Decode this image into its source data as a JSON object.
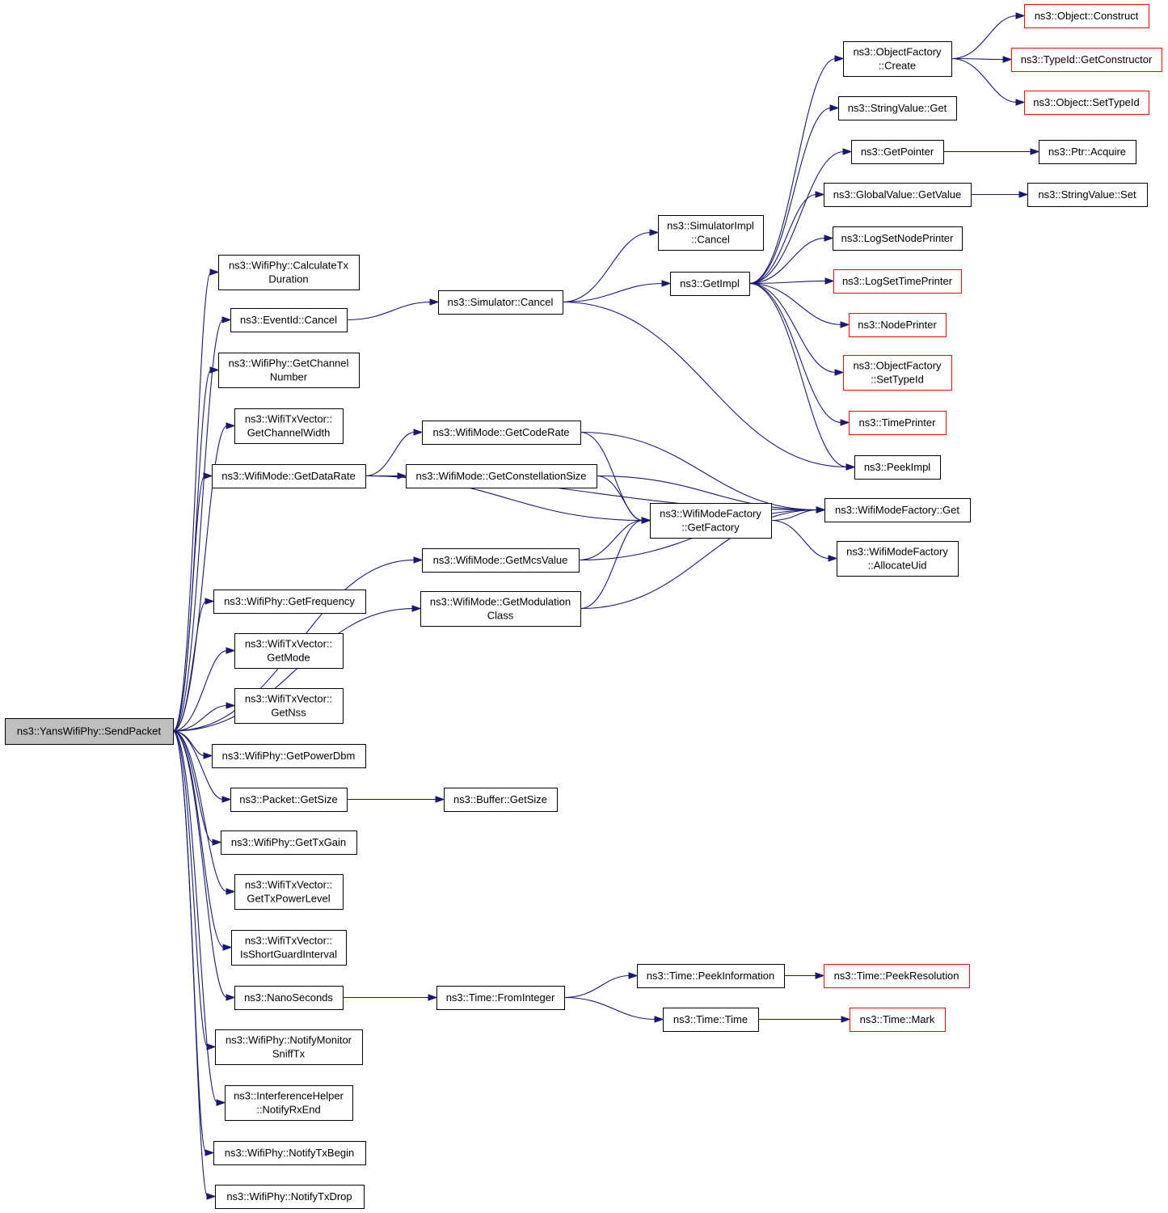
{
  "diagram": {
    "nodes": [
      {
        "id": "send",
        "lines": [
          "ns3::YansWifiPhy::SendPacket"
        ],
        "style": "root"
      },
      {
        "id": "calc",
        "lines": [
          "ns3::WifiPhy::CalculateTx",
          "Duration"
        ],
        "style": "normal"
      },
      {
        "id": "evcancel",
        "lines": [
          "ns3::EventId::Cancel"
        ],
        "style": "normal"
      },
      {
        "id": "getchnum",
        "lines": [
          "ns3::WifiPhy::GetChannel",
          "Number"
        ],
        "style": "normal"
      },
      {
        "id": "getchw",
        "lines": [
          "ns3::WifiTxVector::",
          "GetChannelWidth"
        ],
        "style": "normal"
      },
      {
        "id": "getdr",
        "lines": [
          "ns3::WifiMode::GetDataRate"
        ],
        "style": "normal"
      },
      {
        "id": "getfreq",
        "lines": [
          "ns3::WifiPhy::GetFrequency"
        ],
        "style": "normal"
      },
      {
        "id": "getmode",
        "lines": [
          "ns3::WifiTxVector::",
          "GetMode"
        ],
        "style": "normal"
      },
      {
        "id": "getnss",
        "lines": [
          "ns3::WifiTxVector::",
          "GetNss"
        ],
        "style": "normal"
      },
      {
        "id": "getpow",
        "lines": [
          "ns3::WifiPhy::GetPowerDbm"
        ],
        "style": "normal"
      },
      {
        "id": "pktsize",
        "lines": [
          "ns3::Packet::GetSize"
        ],
        "style": "normal"
      },
      {
        "id": "txgain",
        "lines": [
          "ns3::WifiPhy::GetTxGain"
        ],
        "style": "normal"
      },
      {
        "id": "txpl",
        "lines": [
          "ns3::WifiTxVector::",
          "GetTxPowerLevel"
        ],
        "style": "normal"
      },
      {
        "id": "sgi",
        "lines": [
          "ns3::WifiTxVector::",
          "IsShortGuardInterval"
        ],
        "style": "normal"
      },
      {
        "id": "nanos",
        "lines": [
          "ns3::NanoSeconds"
        ],
        "style": "normal"
      },
      {
        "id": "monsniff",
        "lines": [
          "ns3::WifiPhy::NotifyMonitor",
          "SniffTx"
        ],
        "style": "normal"
      },
      {
        "id": "ihrxend",
        "lines": [
          "ns3::InterferenceHelper",
          "::NotifyRxEnd"
        ],
        "style": "normal"
      },
      {
        "id": "txbegin",
        "lines": [
          "ns3::WifiPhy::NotifyTxBegin"
        ],
        "style": "normal"
      },
      {
        "id": "txdrop",
        "lines": [
          "ns3::WifiPhy::NotifyTxDrop"
        ],
        "style": "normal"
      },
      {
        "id": "simcancel",
        "lines": [
          "ns3::Simulator::Cancel"
        ],
        "style": "normal"
      },
      {
        "id": "coderate",
        "lines": [
          "ns3::WifiMode::GetCodeRate"
        ],
        "style": "normal"
      },
      {
        "id": "constsize",
        "lines": [
          "ns3::WifiMode::GetConstellationSize"
        ],
        "style": "normal"
      },
      {
        "id": "mcs",
        "lines": [
          "ns3::WifiMode::GetMcsValue"
        ],
        "style": "normal"
      },
      {
        "id": "modclass",
        "lines": [
          "ns3::WifiMode::GetModulation",
          "Class"
        ],
        "style": "normal"
      },
      {
        "id": "bufsize",
        "lines": [
          "ns3::Buffer::GetSize"
        ],
        "style": "normal"
      },
      {
        "id": "fromint",
        "lines": [
          "ns3::Time::FromInteger"
        ],
        "style": "normal"
      },
      {
        "id": "simimplcancel",
        "lines": [
          "ns3::SimulatorImpl",
          "::Cancel"
        ],
        "style": "normal"
      },
      {
        "id": "getimpl",
        "lines": [
          "ns3::GetImpl"
        ],
        "style": "normal"
      },
      {
        "id": "getfactory",
        "lines": [
          "ns3::WifiModeFactory",
          "::GetFactory"
        ],
        "style": "normal"
      },
      {
        "id": "peekinfo",
        "lines": [
          "ns3::Time::PeekInformation"
        ],
        "style": "normal"
      },
      {
        "id": "timetime",
        "lines": [
          "ns3::Time::Time"
        ],
        "style": "normal"
      },
      {
        "id": "ofcreate",
        "lines": [
          "ns3::ObjectFactory",
          "::Create"
        ],
        "style": "normal"
      },
      {
        "id": "strget",
        "lines": [
          "ns3::StringValue::Get"
        ],
        "style": "normal"
      },
      {
        "id": "getptr",
        "lines": [
          "ns3::GetPointer"
        ],
        "style": "normal"
      },
      {
        "id": "gvget",
        "lines": [
          "ns3::GlobalValue::GetValue"
        ],
        "style": "normal"
      },
      {
        "id": "lognode",
        "lines": [
          "ns3::LogSetNodePrinter"
        ],
        "style": "normal"
      },
      {
        "id": "logtime",
        "lines": [
          "ns3::LogSetTimePrinter"
        ],
        "style": "truncated"
      },
      {
        "id": "nodeprinter",
        "lines": [
          "ns3::NodePrinter"
        ],
        "style": "truncated"
      },
      {
        "id": "ofsettid",
        "lines": [
          "ns3::ObjectFactory",
          "::SetTypeId"
        ],
        "style": "truncated"
      },
      {
        "id": "timeprinter",
        "lines": [
          "ns3::TimePrinter"
        ],
        "style": "truncated"
      },
      {
        "id": "peekimpl",
        "lines": [
          "ns3::PeekImpl"
        ],
        "style": "normal"
      },
      {
        "id": "wmfget",
        "lines": [
          "ns3::WifiModeFactory::Get"
        ],
        "style": "normal"
      },
      {
        "id": "allocuid",
        "lines": [
          "ns3::WifiModeFactory",
          "::AllocateUid"
        ],
        "style": "normal"
      },
      {
        "id": "peekres",
        "lines": [
          "ns3::Time::PeekResolution"
        ],
        "style": "truncated"
      },
      {
        "id": "timemark",
        "lines": [
          "ns3::Time::Mark"
        ],
        "style": "truncated"
      },
      {
        "id": "objconstruct",
        "lines": [
          "ns3::Object::Construct"
        ],
        "style": "truncated"
      },
      {
        "id": "tidgetctor",
        "lines": [
          "ns3::TypeId::GetConstructor"
        ],
        "style": "truncated"
      },
      {
        "id": "objsettid",
        "lines": [
          "ns3::Object::SetTypeId"
        ],
        "style": "truncated"
      },
      {
        "id": "ptracquire",
        "lines": [
          "ns3::Ptr::Acquire"
        ],
        "style": "normal"
      },
      {
        "id": "strset",
        "lines": [
          "ns3::StringValue::Set"
        ],
        "style": "normal"
      }
    ],
    "edges": [
      [
        "send",
        "calc"
      ],
      [
        "send",
        "evcancel"
      ],
      [
        "send",
        "getchnum"
      ],
      [
        "send",
        "getchw"
      ],
      [
        "send",
        "getdr"
      ],
      [
        "send",
        "mcs"
      ],
      [
        "send",
        "modclass"
      ],
      [
        "send",
        "getfreq"
      ],
      [
        "send",
        "getmode"
      ],
      [
        "send",
        "getnss"
      ],
      [
        "send",
        "getpow"
      ],
      [
        "send",
        "pktsize"
      ],
      [
        "send",
        "txgain"
      ],
      [
        "send",
        "txpl"
      ],
      [
        "send",
        "sgi"
      ],
      [
        "send",
        "nanos"
      ],
      [
        "send",
        "monsniff"
      ],
      [
        "send",
        "ihrxend"
      ],
      [
        "send",
        "txbegin"
      ],
      [
        "send",
        "txdrop"
      ],
      [
        "evcancel",
        "simcancel"
      ],
      [
        "simcancel",
        "simimplcancel"
      ],
      [
        "simcancel",
        "getimpl"
      ],
      [
        "simcancel",
        "peekimpl"
      ],
      [
        "getdr",
        "coderate"
      ],
      [
        "getdr",
        "constsize"
      ],
      [
        "getdr",
        "getfactory"
      ],
      [
        "getdr",
        "wmfget"
      ],
      [
        "coderate",
        "getfactory"
      ],
      [
        "coderate",
        "wmfget"
      ],
      [
        "constsize",
        "getfactory"
      ],
      [
        "constsize",
        "wmfget"
      ],
      [
        "mcs",
        "getfactory"
      ],
      [
        "mcs",
        "wmfget"
      ],
      [
        "modclass",
        "getfactory"
      ],
      [
        "modclass",
        "wmfget"
      ],
      [
        "getfactory",
        "wmfget"
      ],
      [
        "getfactory",
        "allocuid"
      ],
      [
        "pktsize",
        "bufsize"
      ],
      [
        "nanos",
        "fromint"
      ],
      [
        "fromint",
        "peekinfo"
      ],
      [
        "fromint",
        "timetime"
      ],
      [
        "peekinfo",
        "peekres"
      ],
      [
        "timetime",
        "timemark"
      ],
      [
        "getimpl",
        "ofcreate"
      ],
      [
        "getimpl",
        "strget"
      ],
      [
        "getimpl",
        "getptr"
      ],
      [
        "getimpl",
        "gvget"
      ],
      [
        "getimpl",
        "lognode"
      ],
      [
        "getimpl",
        "logtime"
      ],
      [
        "getimpl",
        "nodeprinter"
      ],
      [
        "getimpl",
        "ofsettid"
      ],
      [
        "getimpl",
        "timeprinter"
      ],
      [
        "getimpl",
        "peekimpl"
      ],
      [
        "ofcreate",
        "objconstruct"
      ],
      [
        "ofcreate",
        "tidgetctor"
      ],
      [
        "ofcreate",
        "objsettid"
      ],
      [
        "getptr",
        "ptracquire"
      ],
      [
        "gvget",
        "strset"
      ]
    ]
  }
}
